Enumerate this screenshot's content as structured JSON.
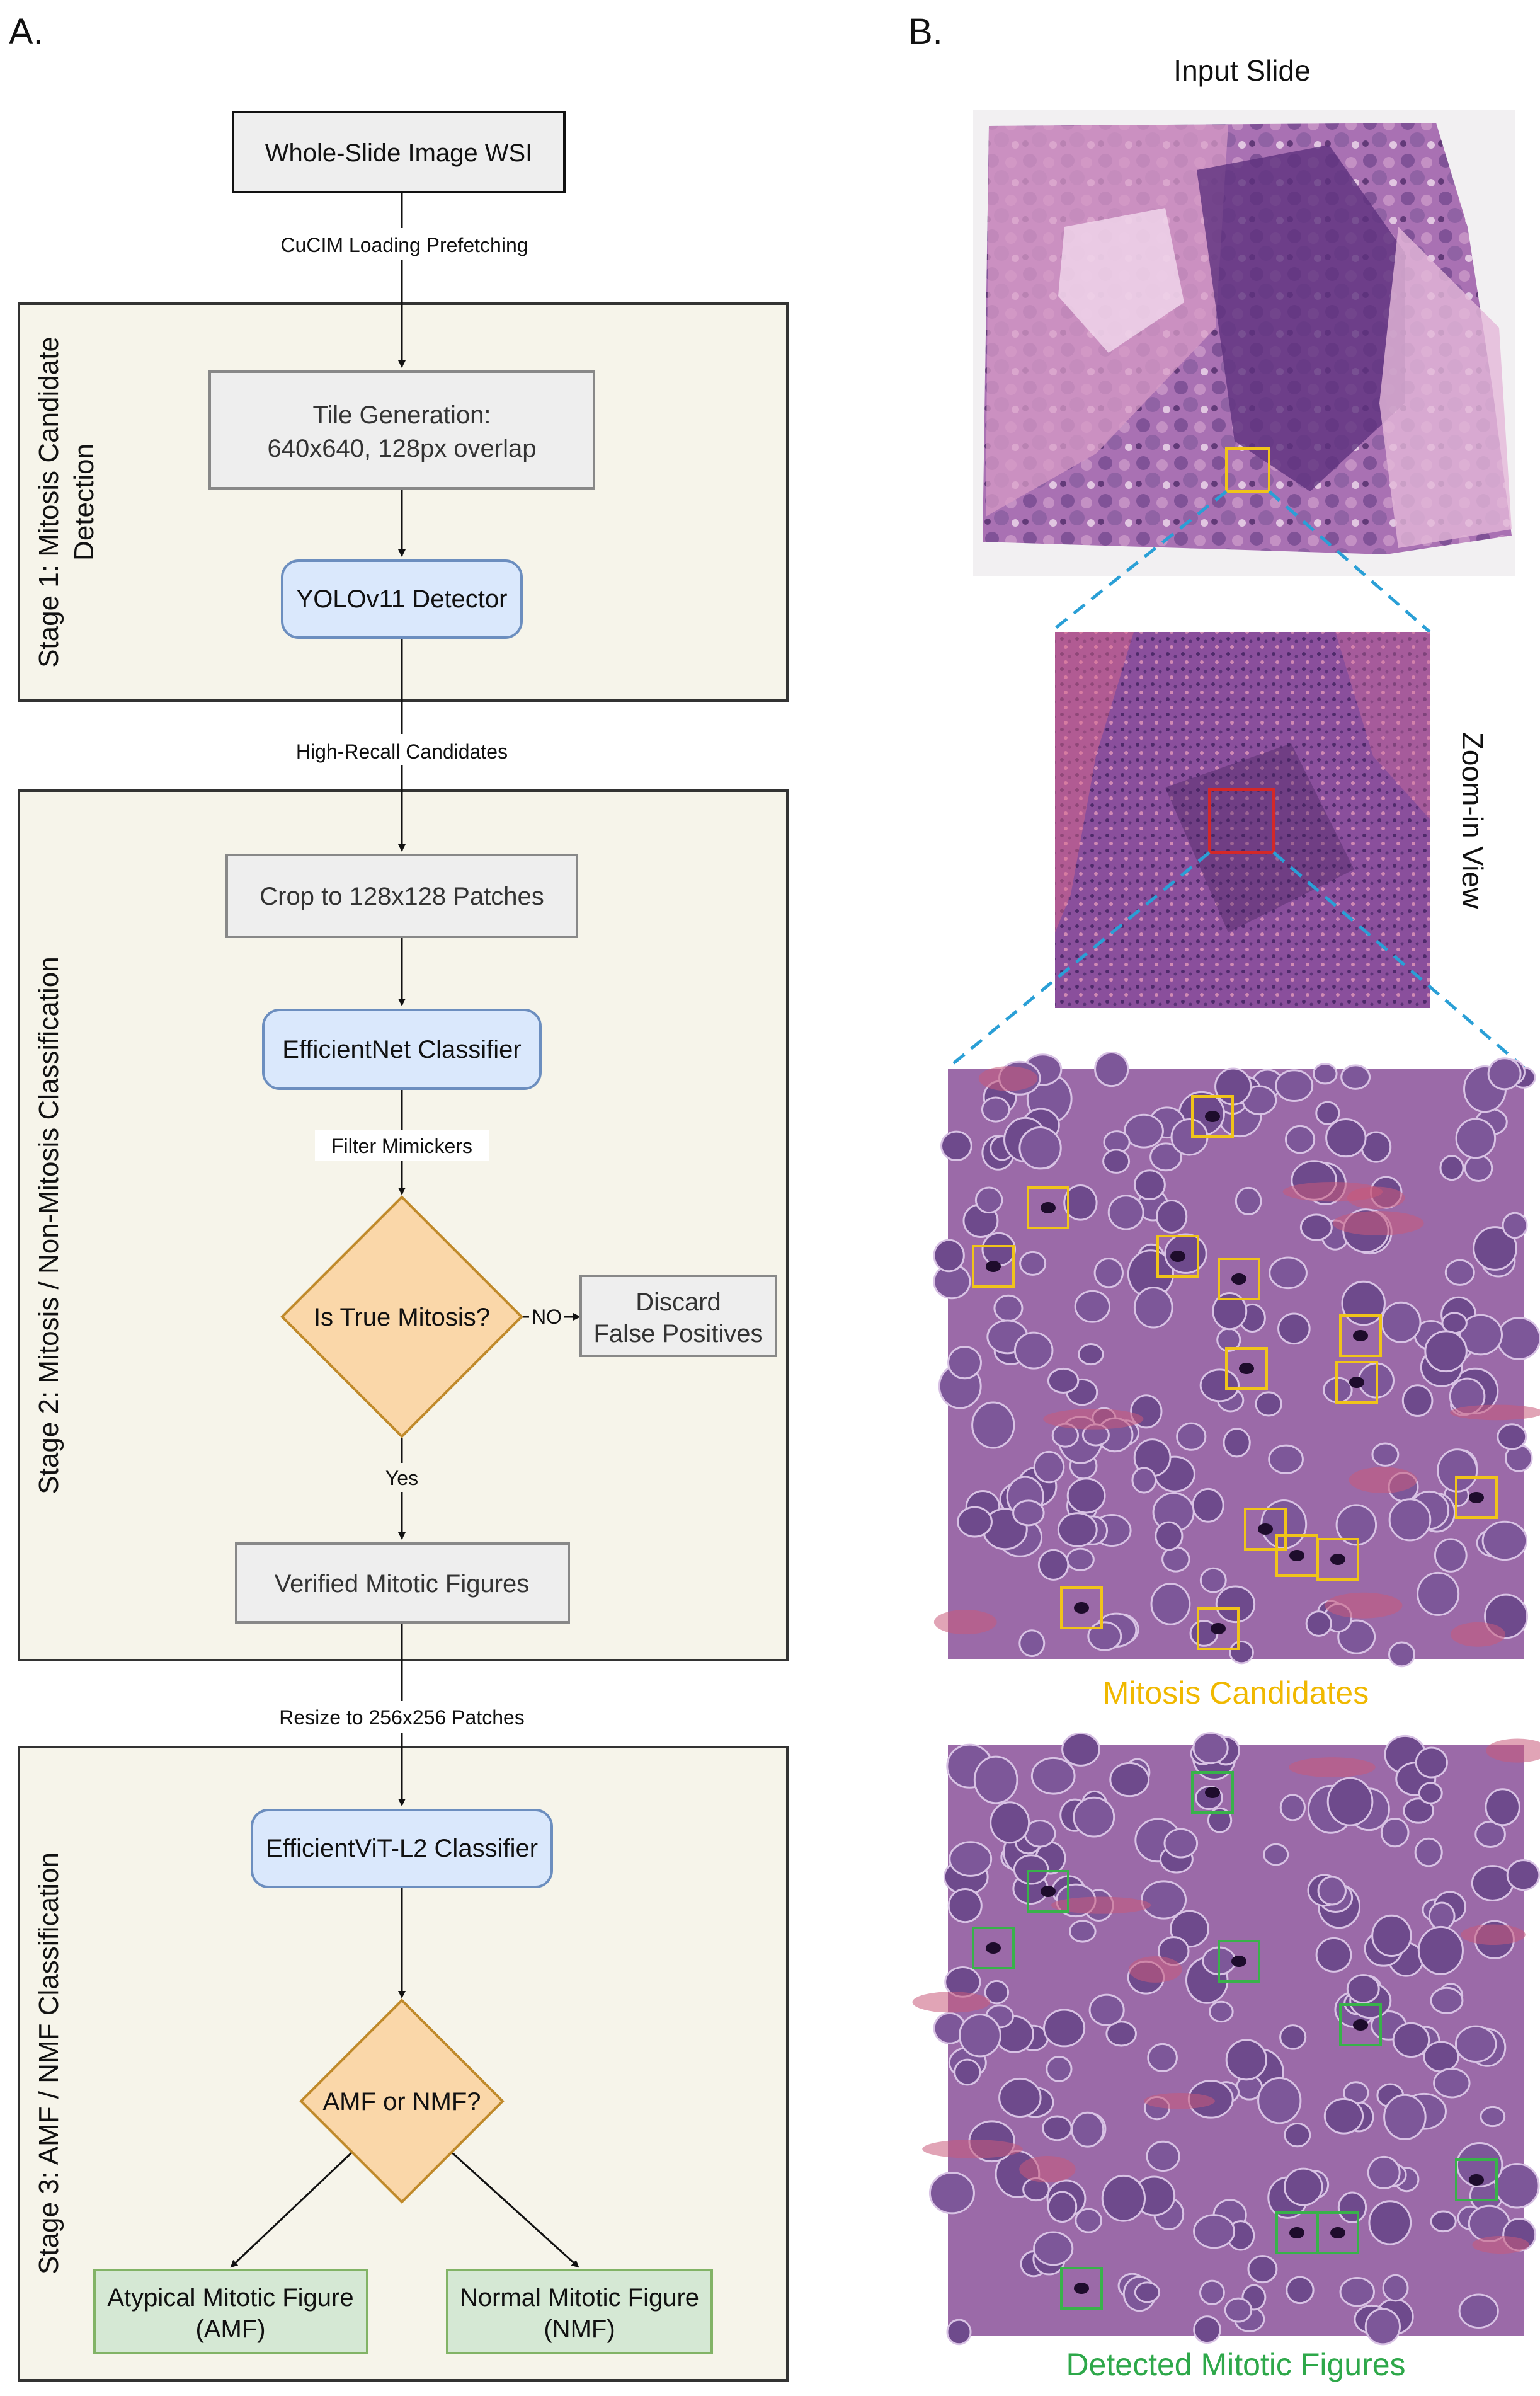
{
  "panel_a": {
    "label": "A.",
    "nodes": {
      "wsi": "Whole-Slide Image WSI",
      "tile_line1": "Tile Generation:",
      "tile_line2": "640x640, 128px overlap",
      "yolo": "YOLOv11 Detector",
      "crop": "Crop to 128x128 Patches",
      "effnet": "EfficientNet Classifier",
      "decision1": "Is True Mitosis?",
      "discard_line1": "Discard",
      "discard_line2": "False Positives",
      "verified": "Verified Mitotic Figures",
      "effvit": "EfficientViT-L2 Classifier",
      "decision2": "AMF or NMF?",
      "amf_line1": "Atypical Mitotic Figure",
      "amf_line2": "(AMF)",
      "nmf_line1": "Normal Mitotic Figure",
      "nmf_line2": "(NMF)"
    },
    "edge_labels": {
      "cucim": "CuCIM Loading Prefetching",
      "high_recall": "High-Recall Candidates",
      "filter": "Filter Mimickers",
      "no": "NO",
      "yes": "Yes",
      "resize": "Resize to 256x256 Patches"
    },
    "stages": {
      "stage1_line1": "Stage 1: Mitosis Candidate",
      "stage1_line2": "Detection",
      "stage2": "Stage 2: Mitosis / Non-Mitosis Classification",
      "stage3": "Stage 3: AMF / NMF Classification"
    }
  },
  "panel_b": {
    "label": "B.",
    "input_slide": "Input Slide",
    "zoom_view": "Zoom-in View",
    "candidates_caption": "Mitosis Candidates",
    "detected_caption": "Detected Mitotic Figures"
  },
  "colors": {
    "stage_bg": "#f6f4ea",
    "gray_box": "#eeeeee",
    "blue_box": "#dae8fc",
    "blue_stroke": "#6c8ebf",
    "orange_fill": "#fad7a9",
    "orange_stroke": "#c08a2b",
    "green_fill": "#d5e8d4",
    "green_stroke": "#82b366",
    "candidate_yellow": "#f0c419",
    "detected_green": "#38b24a",
    "zoom_line": "#2a9fd6"
  }
}
